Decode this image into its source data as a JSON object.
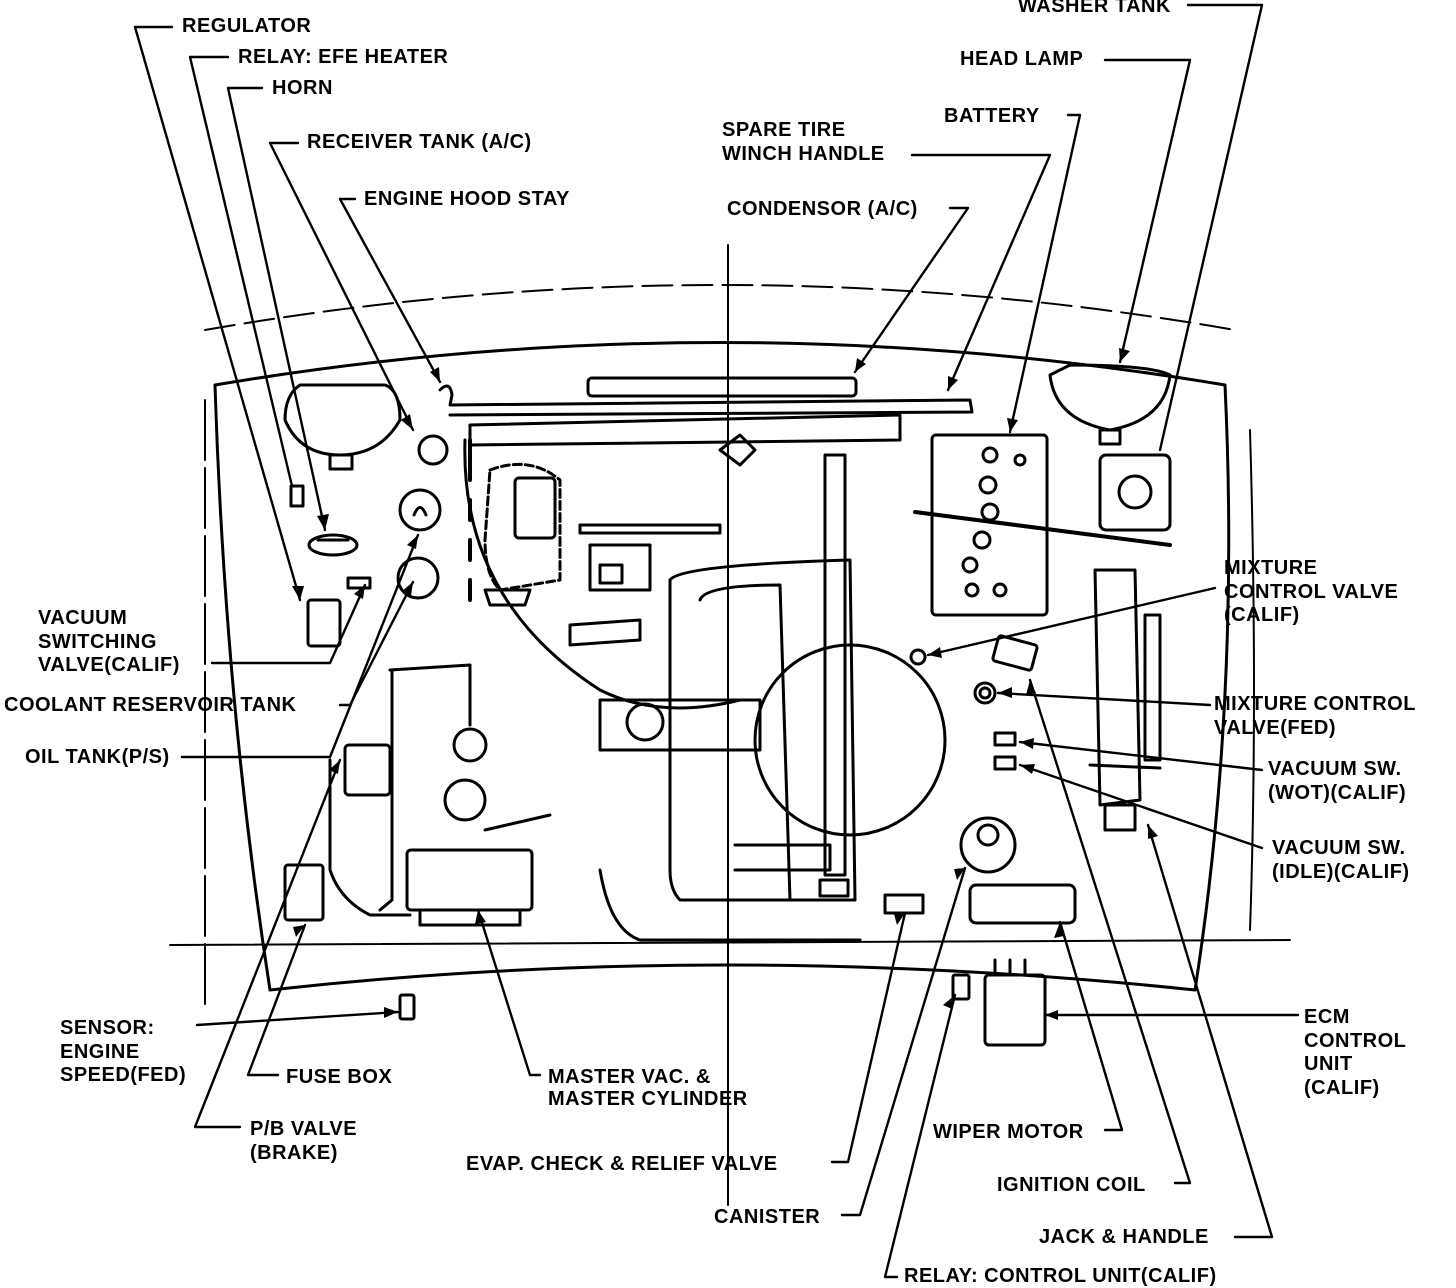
{
  "labels": {
    "regulator": "REGULATOR",
    "relay_efe": "RELAY: EFE HEATER",
    "horn": "HORN",
    "receiver_tank": "RECEIVER TANK (A/C)",
    "hood_stay": "ENGINE HOOD STAY",
    "spare_tire_1": "SPARE TIRE",
    "spare_tire_2": "WINCH HANDLE",
    "condensor": "CONDENSOR (A/C)",
    "battery": "BATTERY",
    "head_lamp": "HEAD LAMP",
    "washer_tank": "WASHER TANK",
    "vsv_1": "VACUUM",
    "vsv_2": "SWITCHING",
    "vsv_3": "VALVE(CALIF)",
    "coolant": "COOLANT RESERVOIR TANK",
    "oil_tank": "OIL TANK(P/S)",
    "mcv_calif_1": "MIXTURE",
    "mcv_calif_2": "CONTROL VALVE",
    "mcv_calif_3": "(CALIF)",
    "mcv_fed_1": "MIXTURE CONTROL",
    "mcv_fed_2": "VALVE(FED)",
    "vac_wot_1": "VACUUM SW.",
    "vac_wot_2": "(WOT)(CALIF)",
    "vac_idle_1": "VACUUM SW.",
    "vac_idle_2": "(IDLE)(CALIF)",
    "sensor_1": "SENSOR:",
    "sensor_2": "ENGINE",
    "sensor_3": "SPEED(FED)",
    "fuse_box": "FUSE BOX",
    "pb_valve_1": "P/B VALVE",
    "pb_valve_2": "(BRAKE)",
    "master_1": "MASTER VAC. &",
    "master_2": "MASTER CYLINDER",
    "evap": "EVAP. CHECK & RELIEF VALVE",
    "canister": "CANISTER",
    "wiper": "WIPER MOTOR",
    "ignition": "IGNITION COIL",
    "ecm_1": "ECM",
    "ecm_2": "CONTROL",
    "ecm_3": "UNIT",
    "ecm_4": "(CALIF)",
    "jack": "JACK & HANDLE",
    "relay_cu": "RELAY: CONTROL UNIT(CALIF)"
  },
  "colors": {
    "ink": "#000000",
    "paper": "#ffffff"
  }
}
